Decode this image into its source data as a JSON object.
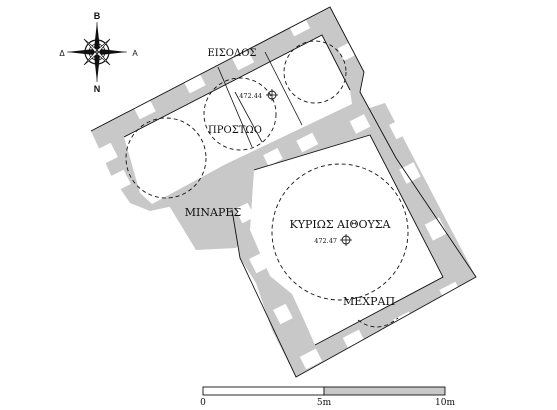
{
  "compass": {
    "north": "Β",
    "south": "Ν",
    "west": "Δ",
    "east": "Α"
  },
  "rooms": {
    "entrance": "ΕΙΣΟΔΟΣ",
    "portico": "ΠΡΟΣΤΩΟ",
    "minaret": "ΜΙΝΑΡΕΣ",
    "main_hall": "ΚΥΡΙΩΣ ΑΙΘΟΥΣΑ",
    "mihrab": "ΜΕΧΡΑΠ"
  },
  "elevations": {
    "portico": "472.44",
    "main_hall": "472.47"
  },
  "scale_bar": {
    "tick_0": "0",
    "tick_5": "5m",
    "tick_10": "10m"
  }
}
